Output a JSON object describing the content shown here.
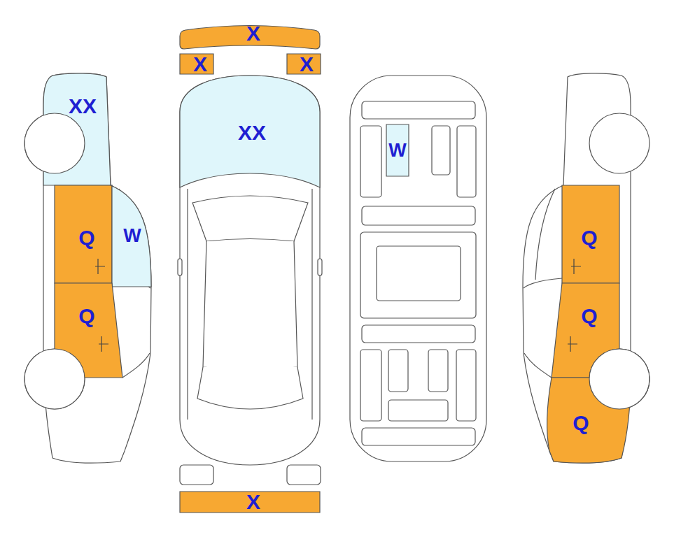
{
  "diagram": {
    "nodes": [
      {
        "text": [
          "X"
        ]
      },
      {
        "text": [
          "X"
        ]
      },
      {
        "text": [
          "X"
        ]
      },
      {
        "text": [
          "XX"
        ]
      },
      {
        "text": [
          "XX"
        ]
      },
      {
        "text": [
          "W"
        ]
      },
      {
        "text": [
          "Q"
        ]
      },
      {
        "text": [
          "W"
        ]
      },
      {
        "text": [
          "Q"
        ]
      },
      {
        "text": [
          "Q"
        ]
      },
      {
        "text": [
          "Q"
        ]
      },
      {
        "text": [
          "Q"
        ]
      },
      {
        "text": [
          "X"
        ]
      }
    ]
  }
}
